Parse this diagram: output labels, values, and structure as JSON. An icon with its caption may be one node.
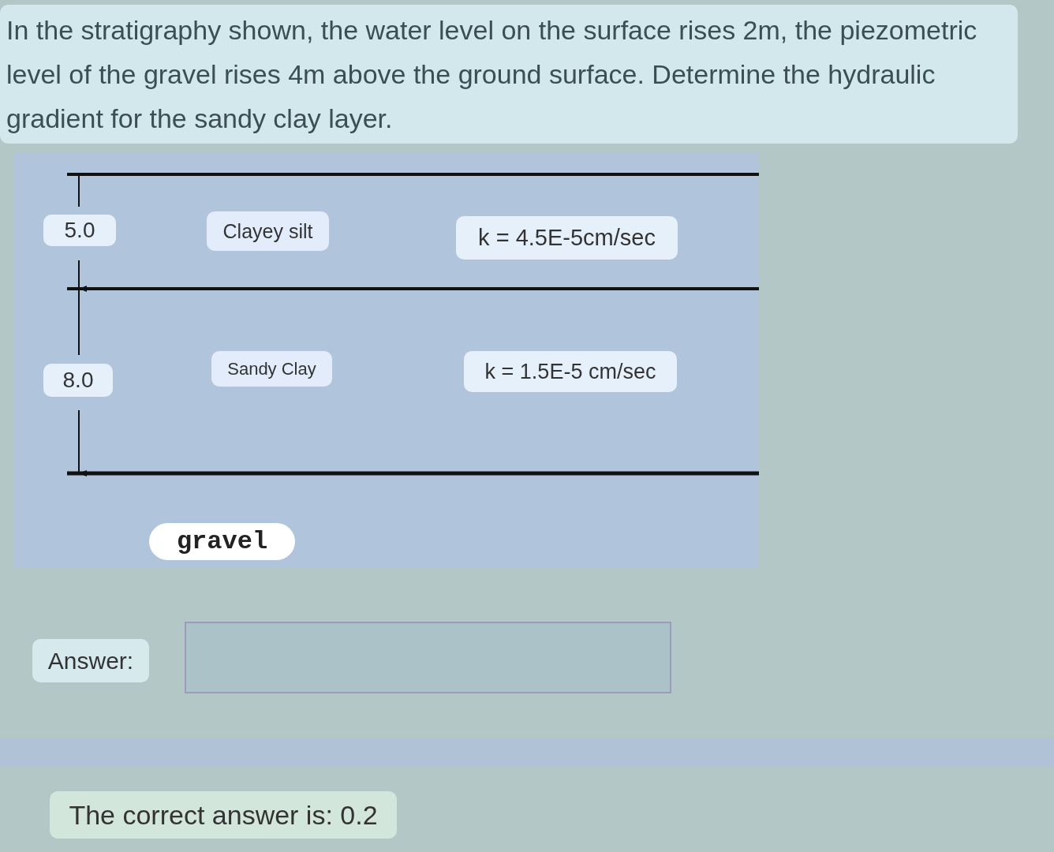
{
  "diagram": {
    "labels": [
      "In the stratigraphy shown, the water level on the surface rises 2m, the piezometric level of the gravel rises 4m above the ground surface. Determine the hydraulic gradient for the sandy clay layer.",
      "5.0",
      "Clayey silt",
      "k = 4.5E-5cm/sec",
      "8.0",
      "Sandy Clay",
      "k = 1.5E-5 cm/sec",
      "gravel",
      "Answer:",
      "The correct answer is: 0.2"
    ]
  }
}
